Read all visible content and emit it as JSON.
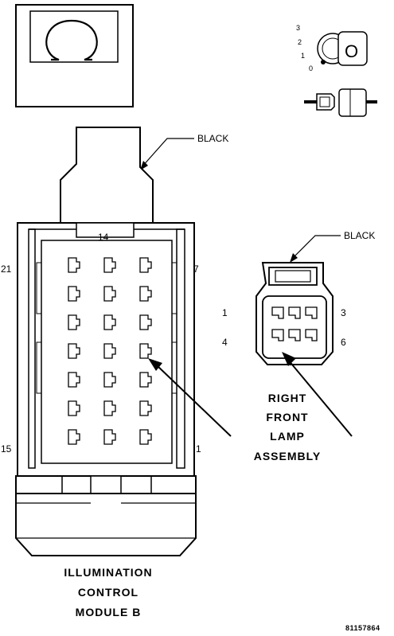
{
  "labels": {
    "wire_color_top": "BLACK",
    "wire_color_right": "BLACK",
    "pin_14": "14",
    "pin_21": "21",
    "pin_7": "7",
    "pin_15": "15",
    "pin_1": "1",
    "lamp_pin_1": "1",
    "lamp_pin_3": "3",
    "lamp_pin_4": "4",
    "lamp_pin_6": "6",
    "key_pos_3": "3",
    "key_pos_2": "2",
    "key_pos_1": "1",
    "key_pos_0": "0",
    "key_face": "O"
  },
  "captions": {
    "lamp_line1": "RIGHT",
    "lamp_line2": "FRONT",
    "lamp_line3": "LAMP",
    "lamp_line4": "ASSEMBLY",
    "module_line1": "ILLUMINATION",
    "module_line2": "CONTROL",
    "module_line3": "MODULE B"
  },
  "figure_id": "81157864"
}
